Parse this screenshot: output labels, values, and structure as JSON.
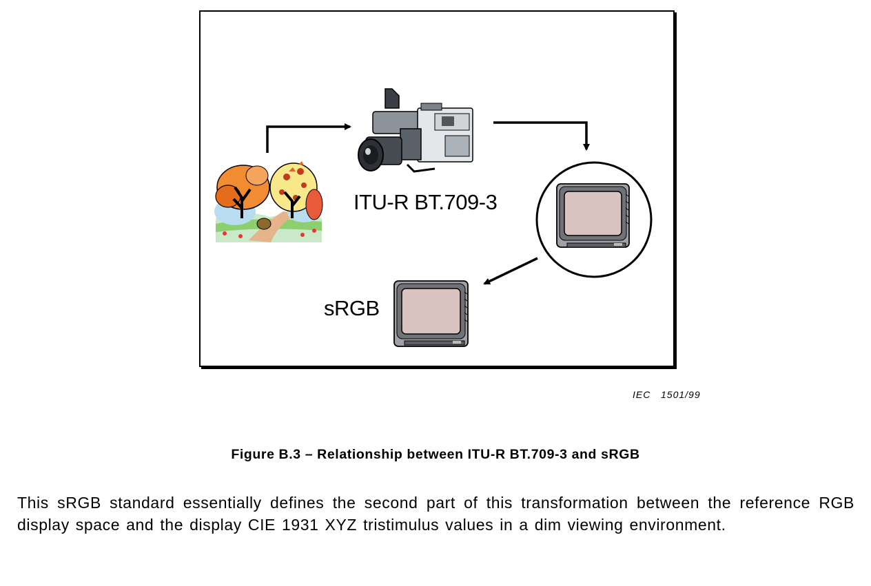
{
  "figure": {
    "labels": {
      "bt709": "ITU-R BT.709-3",
      "srgb": "sRGB"
    },
    "icons": [
      "landscape-trees-icon",
      "video-camera-icon",
      "crt-monitor-icon"
    ],
    "figure_id": "IEC   1501/99"
  },
  "caption": "Figure B.3 – Relationship between ITU-R BT.709-3 and sRGB",
  "body_paragraph": "This sRGB standard essentially defines the second part of this transformation between the reference RGB display space and the display CIE 1931 XYZ tristimulus values in a dim viewing environment."
}
